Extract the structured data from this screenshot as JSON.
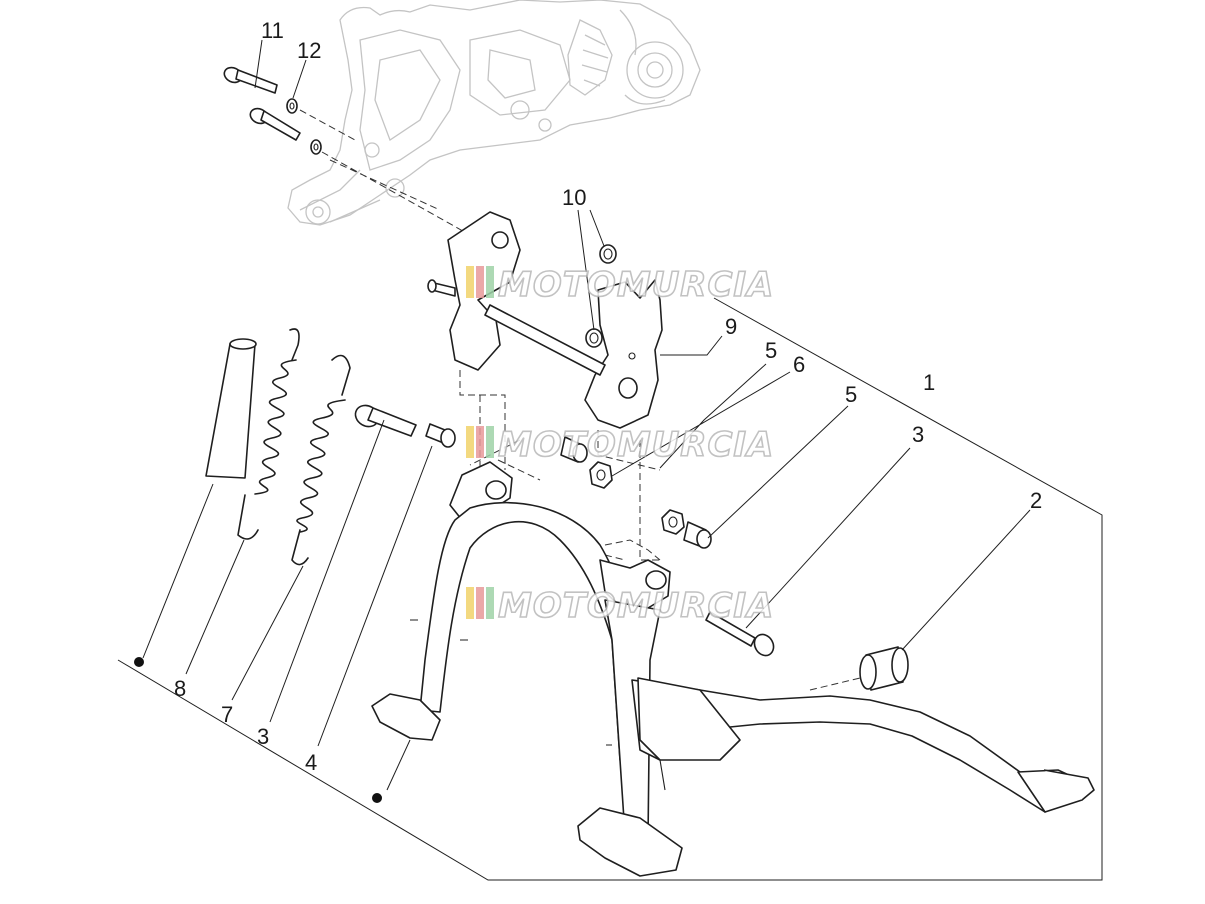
{
  "callouts": [
    {
      "id": "11",
      "text": "11"
    },
    {
      "id": "12",
      "text": "12"
    },
    {
      "id": "10",
      "text": "10"
    },
    {
      "id": "9",
      "text": "9"
    },
    {
      "id": "5a",
      "text": "5"
    },
    {
      "id": "6",
      "text": "6"
    },
    {
      "id": "5b",
      "text": "5"
    },
    {
      "id": "1",
      "text": "1"
    },
    {
      "id": "3a",
      "text": "3"
    },
    {
      "id": "2",
      "text": "2"
    },
    {
      "id": "8",
      "text": "8"
    },
    {
      "id": "7",
      "text": "7"
    },
    {
      "id": "3b",
      "text": "3"
    },
    {
      "id": "4",
      "text": "4"
    }
  ],
  "watermark": {
    "text": "MOTOMURCIA",
    "stripe_colors": [
      "#f2d36b",
      "#e89a9a",
      "#9fd3a8"
    ]
  },
  "colors": {
    "line": "#1f1f1f",
    "ghost_line": "#c4c4c4",
    "background": "#ffffff"
  }
}
